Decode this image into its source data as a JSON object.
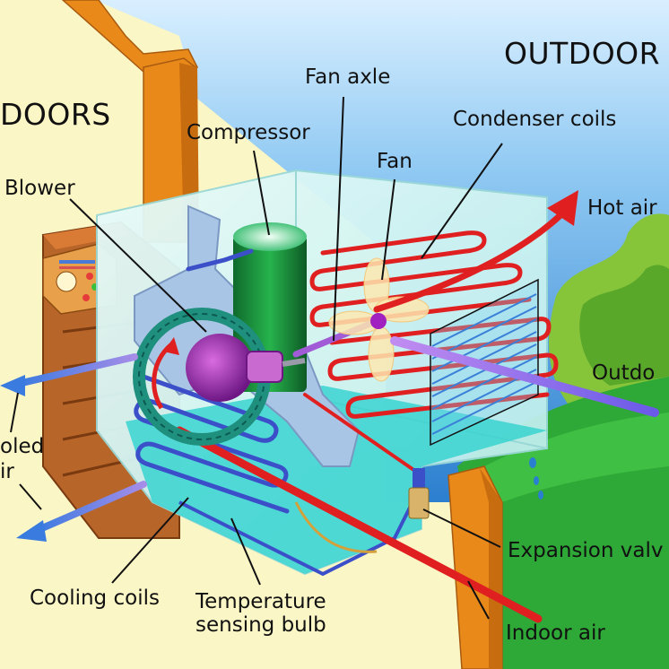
{
  "labels": {
    "indoors": "DOORS",
    "outdoors": "OUTDOOR",
    "fan_axle": "Fan axle",
    "compressor": "Compressor",
    "condenser_coils": "Condenser coils",
    "fan": "Fan",
    "blower": "Blower",
    "hot_air": "Hot air",
    "outdoor_air": "Outdo",
    "cooled_air_line1": "oled",
    "cooled_air_line2": "ir",
    "expansion_valve": "Expansion valv",
    "cooling_coils": "Cooling coils",
    "temp_bulb_line1": "Temperature",
    "temp_bulb_line2": "sensing bulb",
    "indoor_air": "Indoor air"
  },
  "colors": {
    "sky": "#3a8fd8",
    "indoor_wall": "#fbf6c6",
    "wall_orange": "#e8891a",
    "grass": "#2ea836",
    "refrigerant_hot": "#e02020",
    "refrigerant_cold": "#3b4fc9",
    "unit_glass": "#c8f0ee",
    "compressor": "#1e9a40",
    "blower": "#1f8f7e"
  }
}
